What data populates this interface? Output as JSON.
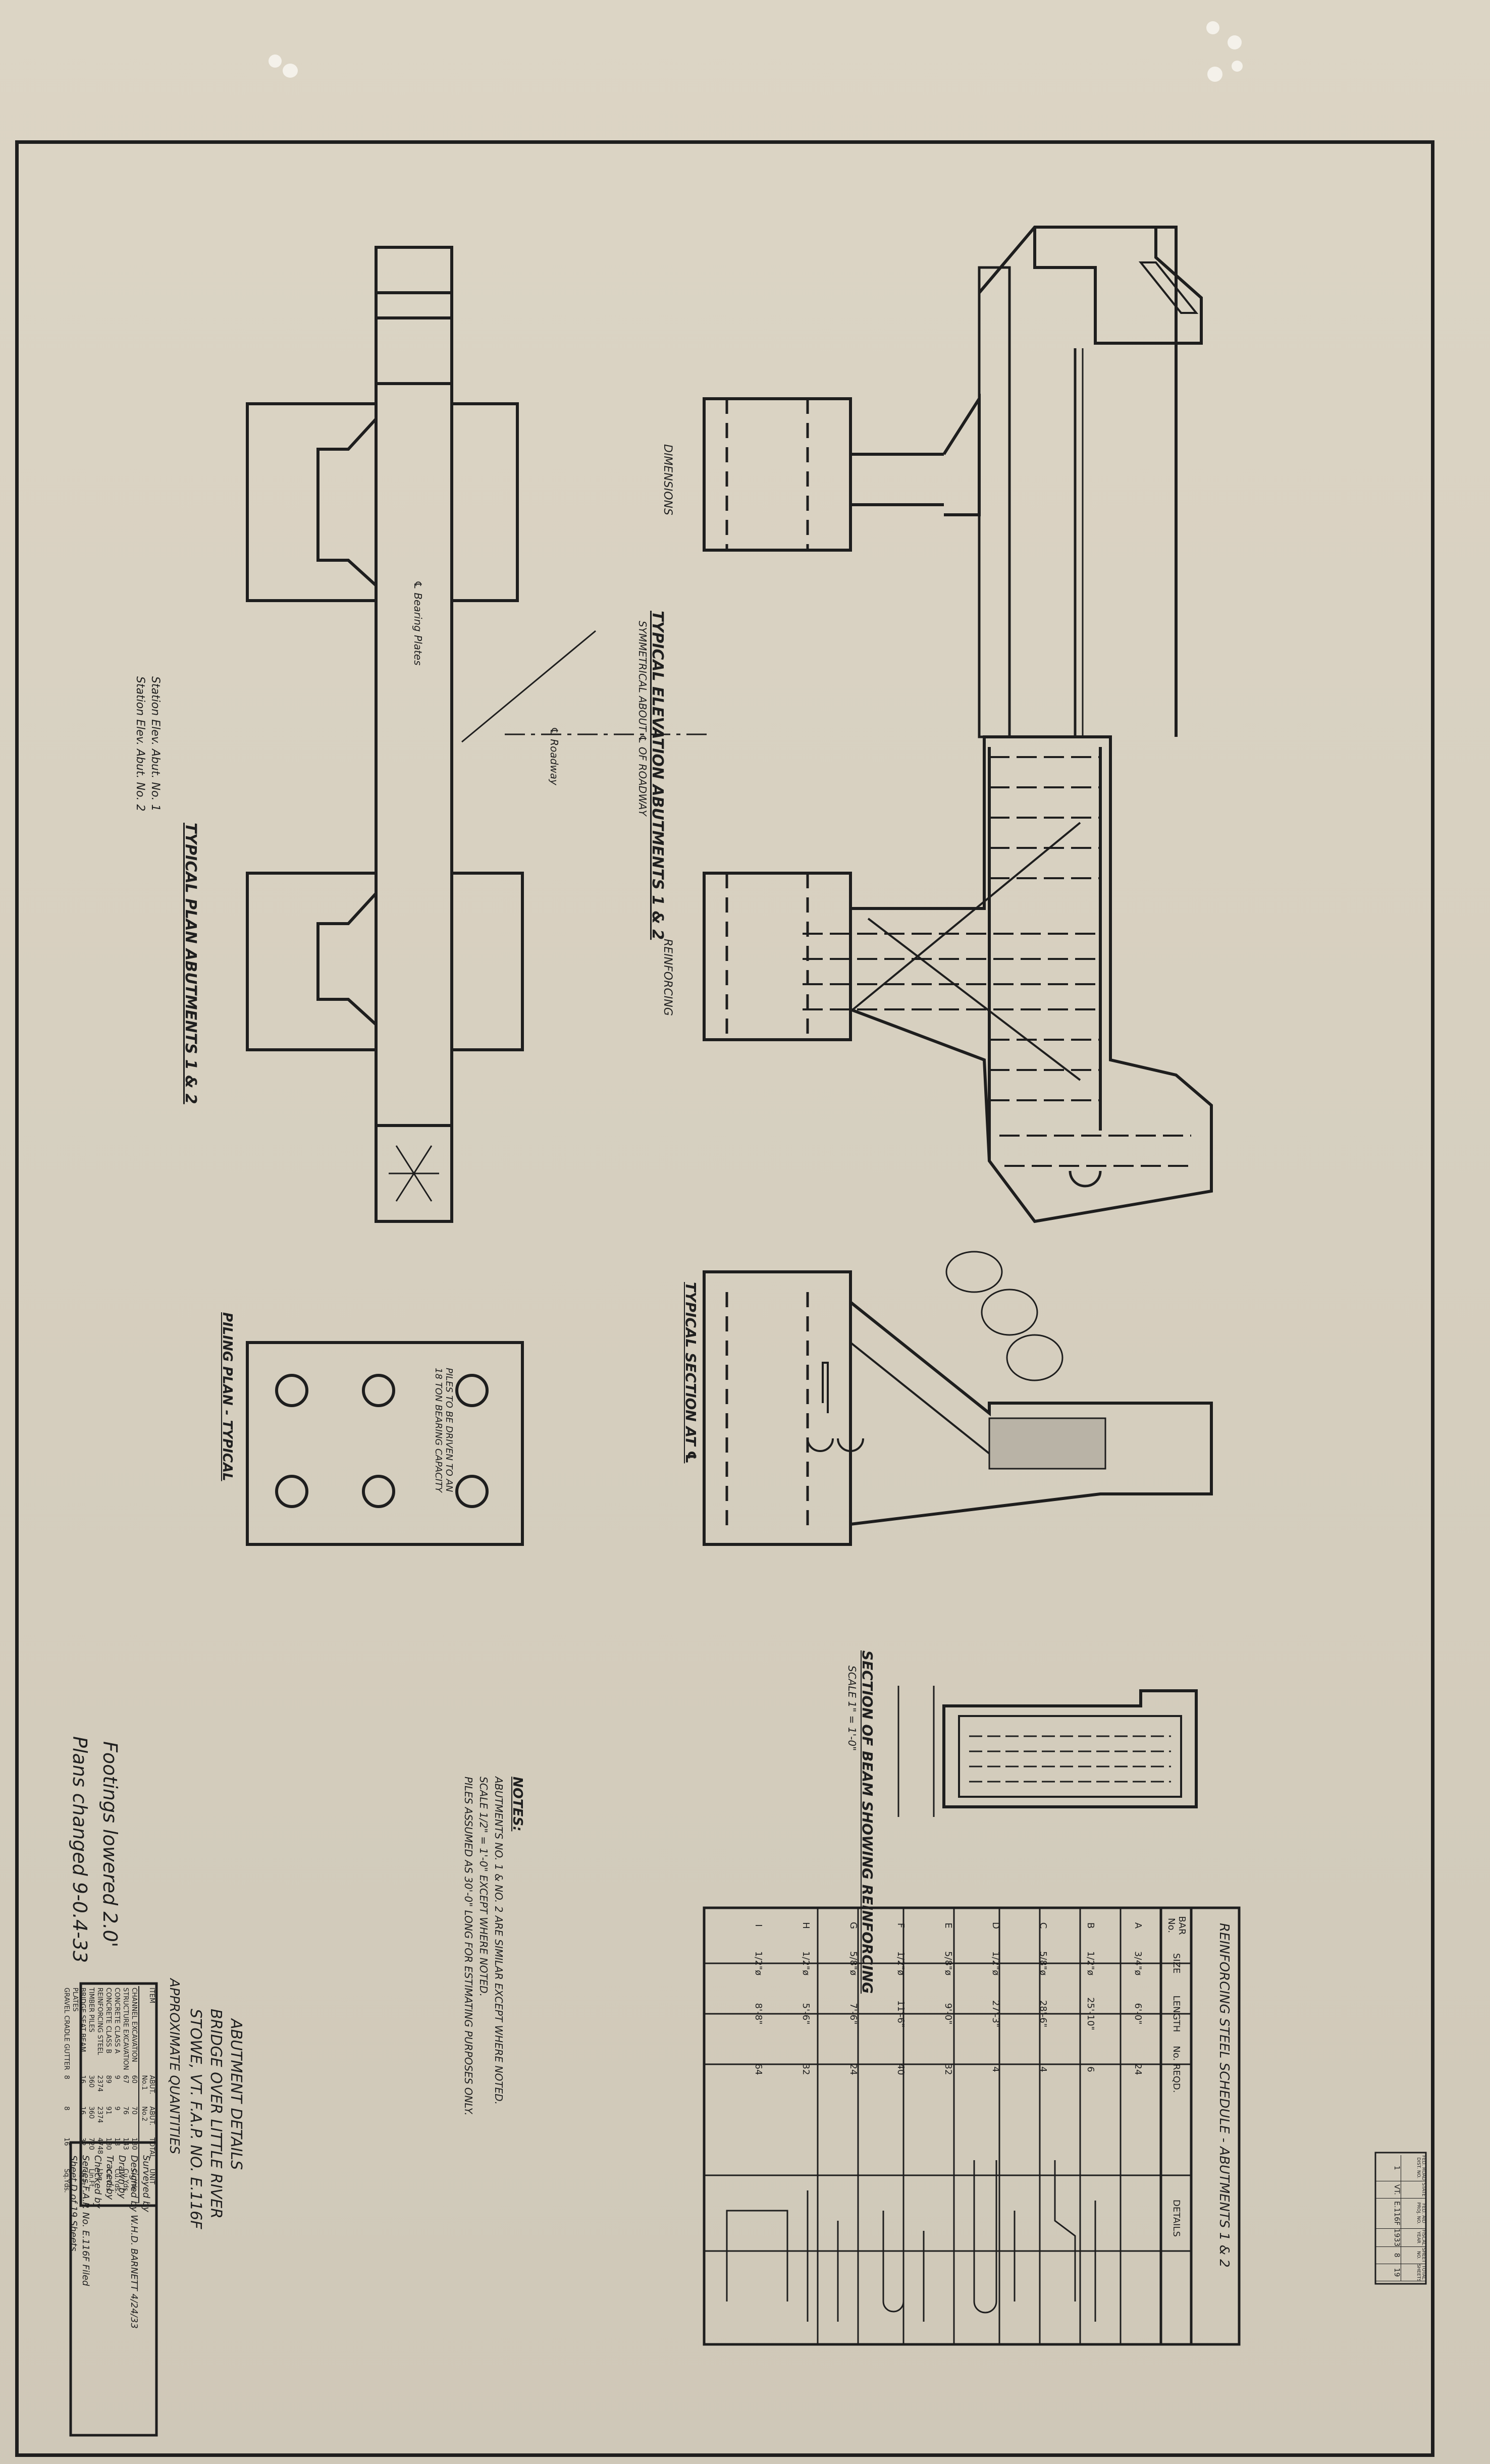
{
  "drawing": {
    "title_block": {
      "title_line1": "ABUTMENT DETAILS",
      "title_line2": "BRIDGE OVER LITTLE RIVER",
      "title_line3": "STOWE, VT.    F.A.P. NO. E.116F",
      "surveyed_by": "Surveyed by",
      "designed_by": "Designed by  W.H.D. BARNETT  4/24/33",
      "drawn_by": "Drawn by",
      "traced_by": "Traced by",
      "checked_by": "Checked by",
      "series": "Series F.A.P. No. E.116F  Filed",
      "sheet": "Sheet D of 19 Sheets"
    },
    "stamp": {
      "row1": [
        "FED. ROAD DIST. NO.",
        "STATE",
        "FED. AID PROJ. NO.",
        "FISCAL YEAR",
        "SHEET NO.",
        "TOTAL SHEETS"
      ],
      "row2": [
        "1",
        "VT.",
        "E.116F",
        "1933",
        "8",
        "19"
      ]
    },
    "views": {
      "plan_title": "TYPICAL PLAN ABUTMENTS 1 & 2",
      "plan_note1": "Station Elev. Abut. No. 1",
      "plan_note2": "Station Elev. Abut. No. 2",
      "elevation_title": "TYPICAL ELEVATION ABUTMENTS 1 & 2",
      "elevation_sub": "SYMMETRICAL ABOUT ℄ OF ROADWAY",
      "dimensions_label": "DIMENSIONS",
      "reinforcing_label": "REINFORCING",
      "section_title": "TYPICAL SECTION AT ℄",
      "piling_title": "PILING PLAN - TYPICAL",
      "piling_note": "PILES TO BE DRIVEN TO AN 18 TON BEARING CAPACITY",
      "beam_title": "SECTION OF BEAM SHOWING REINFORCING",
      "beam_scale": "SCALE 1\" = 1'-0\"",
      "roadway_label": "℄ Roadway",
      "bearing_label": "℄ Bearing Plates"
    },
    "notes": {
      "heading": "NOTES:",
      "line1": "ABUTMENTS NO. 1 & NO. 2 ARE SIMILAR EXCEPT WHERE NOTED.",
      "line2": "SCALE 1/2\" = 1'-0\" EXCEPT WHERE NOTED.",
      "line3": "PILES ASSUMED AS 30'-0\" LONG FOR ESTIMATING PURPOSES ONLY."
    },
    "handwritten": {
      "line1": "Footings lowered 2.0'",
      "line2": "Plans changed 9-0.4-33"
    },
    "quantities": {
      "heading": "APPROXIMATE QUANTITIES",
      "columns": [
        "ITEM",
        "ABUT. No.1",
        "ABUT. No.2",
        "TOTAL",
        "UNIT"
      ],
      "rows": [
        [
          "CHANNEL EXCAVATION",
          "60",
          "70",
          "130",
          "Cu.Yds."
        ],
        [
          "STRUCTURE EXCAVATION",
          "67",
          "76",
          "143",
          "Cu.Yds."
        ],
        [
          "CONCRETE CLASS A",
          "9",
          "9",
          "18",
          "Cu.Yds."
        ],
        [
          "CONCRETE CLASS B",
          "89",
          "91",
          "180",
          "Cu.Yds."
        ],
        [
          "REINFORCING STEEL",
          "2374",
          "2374",
          "4748",
          "Lbs."
        ],
        [
          "TIMBER PILES",
          "360",
          "360",
          "720",
          "Lin.Ft."
        ],
        [
          "BRIDGE SEAT BEAM PLATES",
          "16",
          "16",
          "32",
          "Sq.Ft."
        ],
        [
          "GRAVEL CRADLE GUTTER",
          "8",
          "8",
          "16",
          "Sq.Yds."
        ]
      ]
    },
    "schedule": {
      "heading": "REINFORCING STEEL SCHEDULE - ABUTMENTS 1 & 2",
      "columns": [
        "BAR No.",
        "SIZE",
        "LENGTH",
        "No. REQD.",
        "DETAILS"
      ],
      "rows": [
        [
          "A",
          "3/4\"ø",
          "6'-0\"",
          "24",
          ""
        ],
        [
          "B",
          "1/2\"ø",
          "25'-10\"",
          "6",
          ""
        ],
        [
          "C",
          "5/8\"ø",
          "28'-6\"",
          "4",
          ""
        ],
        [
          "D",
          "1/2\"ø",
          "27'-3\"",
          "4",
          ""
        ],
        [
          "E",
          "5/8\"ø",
          "9'-0\"",
          "32",
          ""
        ],
        [
          "F",
          "1/2\"ø",
          "11'-6\"",
          "40",
          ""
        ],
        [
          "G",
          "5/8\"ø",
          "7'-6\"",
          "24",
          ""
        ],
        [
          "H",
          "1/2\"ø",
          "5'-6\"",
          "32",
          ""
        ],
        [
          "I",
          "1/2\"ø",
          "8'-8\"",
          "64",
          ""
        ]
      ]
    }
  }
}
